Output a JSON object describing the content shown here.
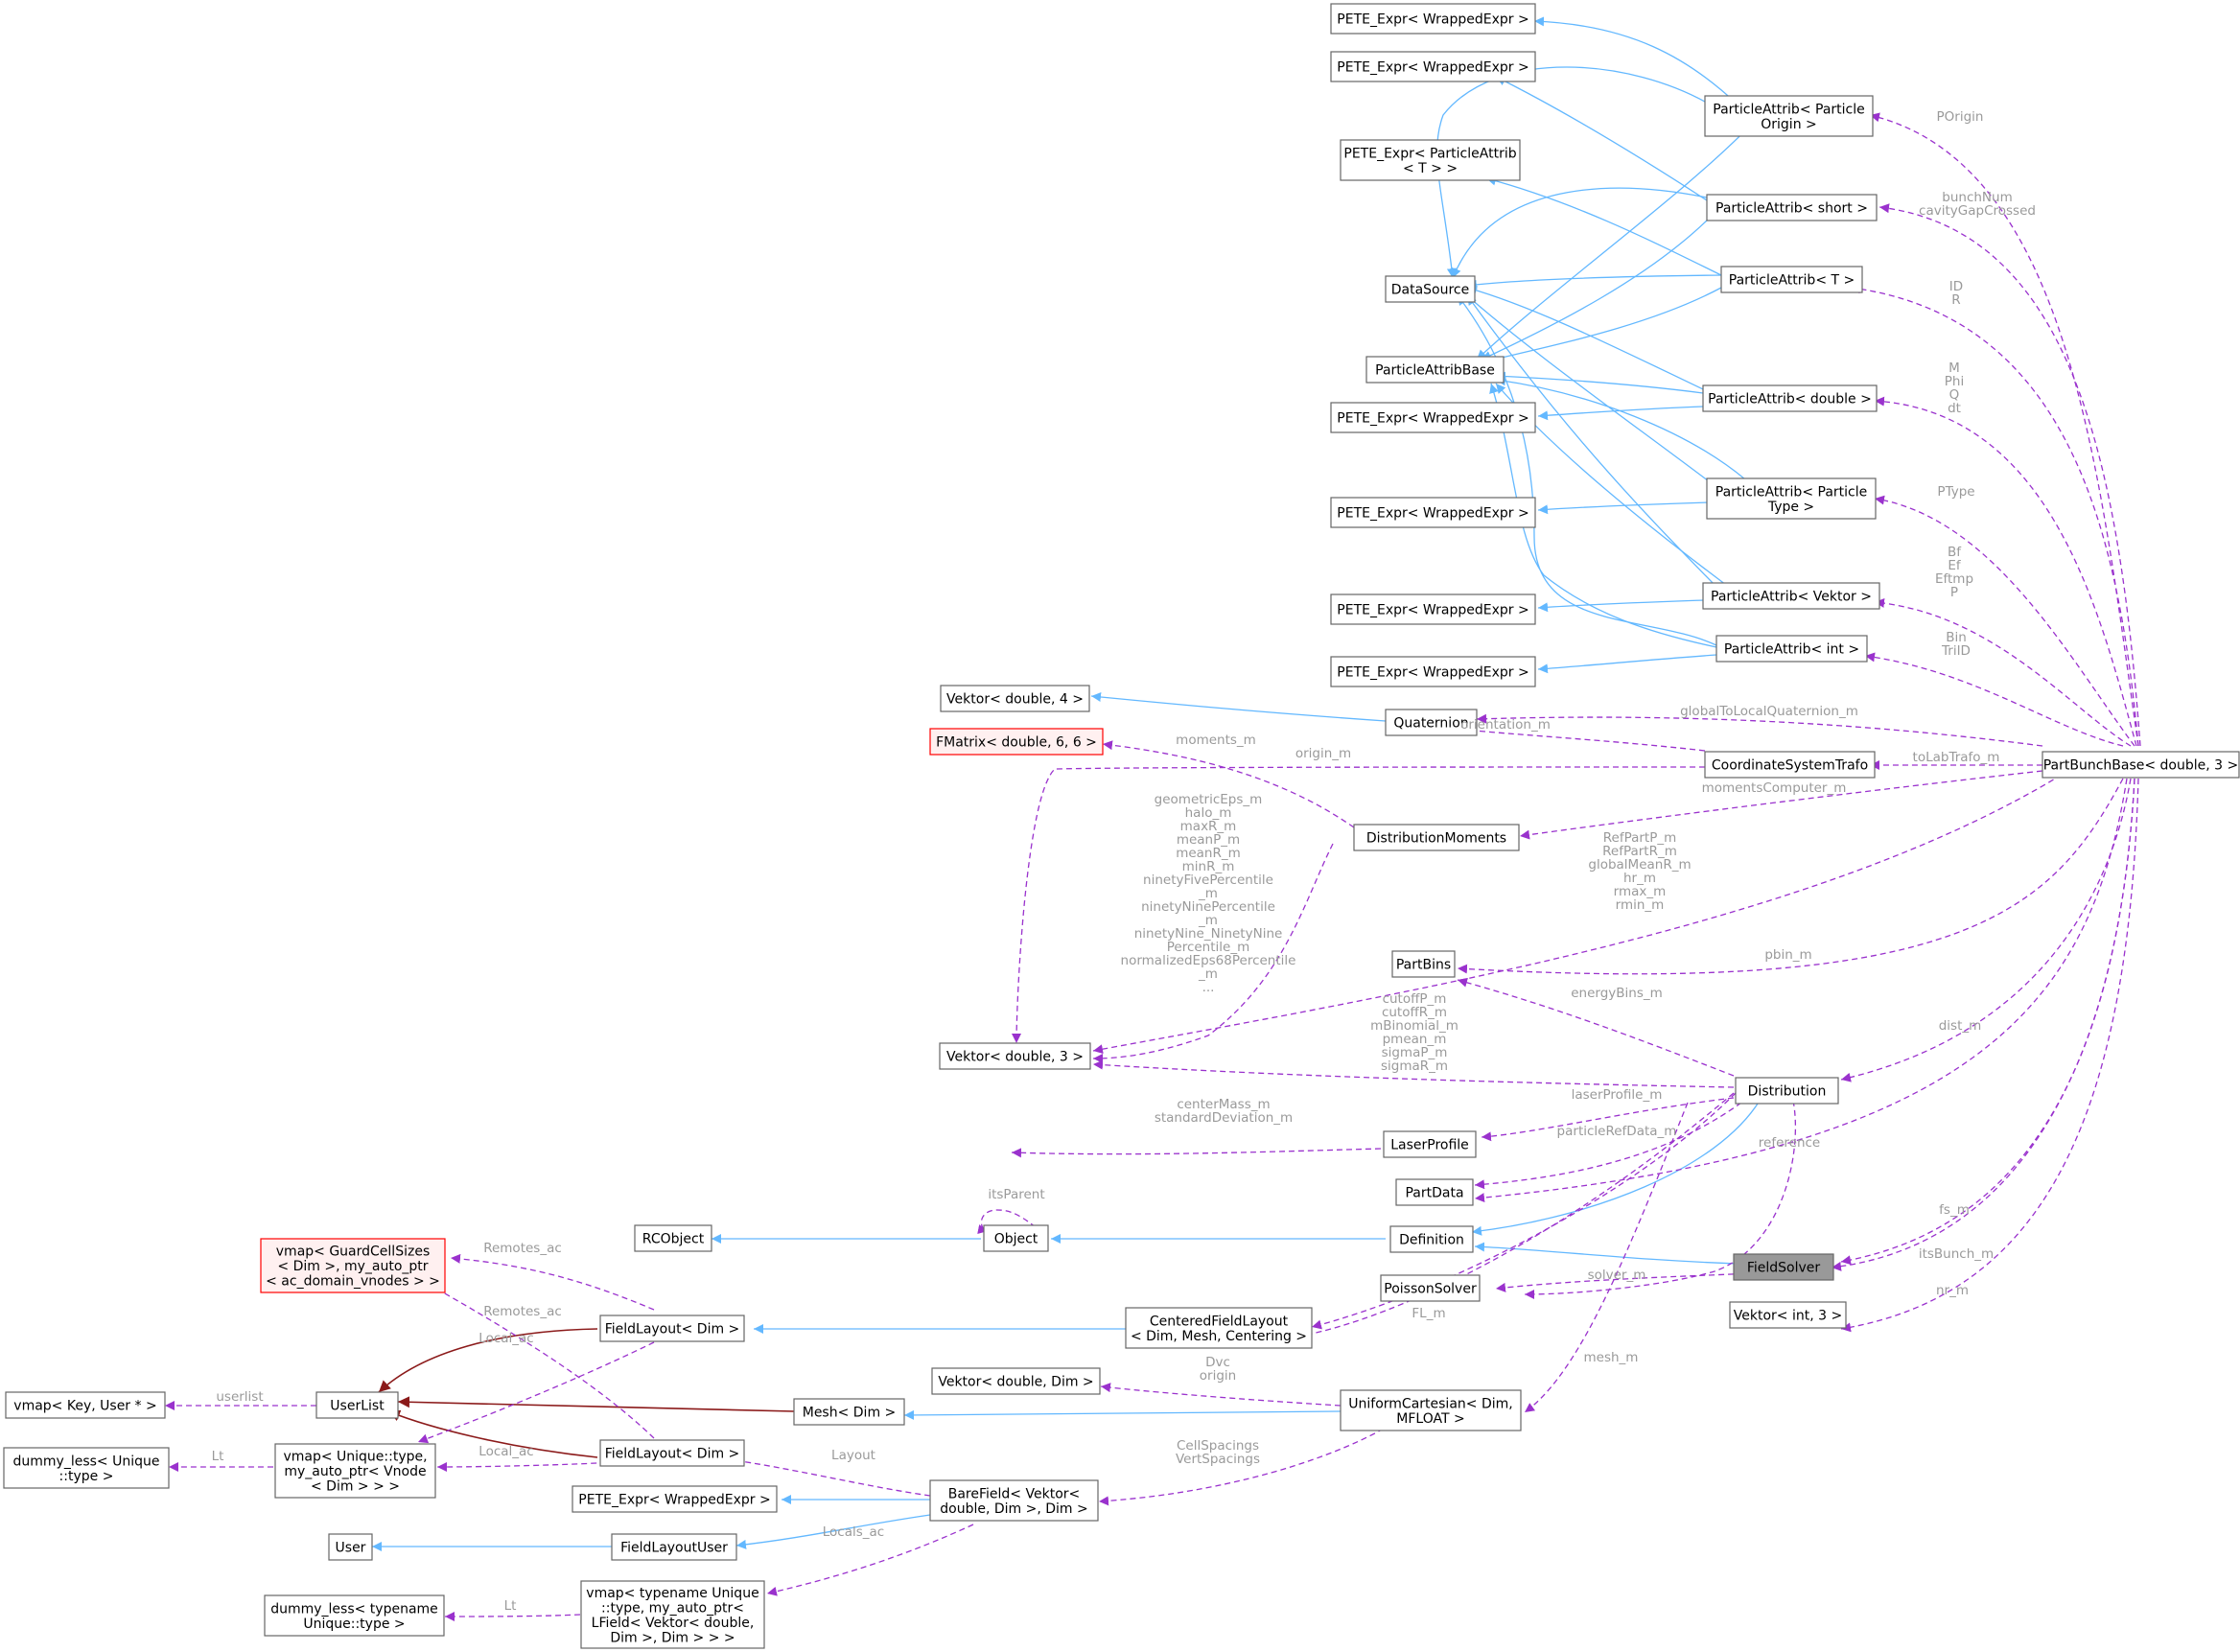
{
  "colors": {
    "inheritance": "#63b8ff",
    "usage": "#9a32cd",
    "template": "#8b1a1a",
    "label": "#9a9a9a",
    "focus_fill": "#999999",
    "warn_border": "#ff0000"
  },
  "nodes": {
    "pete_w1": [
      "PETE_Expr< WrappedExpr >"
    ],
    "pete_w2": [
      "PETE_Expr< WrappedExpr >"
    ],
    "pete_pa": [
      "PETE_Expr< ParticleAttrib",
      "< T > >"
    ],
    "datasource": [
      "DataSource"
    ],
    "pabase": [
      "ParticleAttribBase"
    ],
    "pete_w3": [
      "PETE_Expr< WrappedExpr >"
    ],
    "pete_w4": [
      "PETE_Expr< WrappedExpr >"
    ],
    "pete_w5": [
      "PETE_Expr< WrappedExpr >"
    ],
    "pete_w6": [
      "PETE_Expr< WrappedExpr >"
    ],
    "pa_origin": [
      "ParticleAttrib< Particle",
      "Origin >"
    ],
    "pa_short": [
      "ParticleAttrib< short >"
    ],
    "pa_t": [
      "ParticleAttrib< T >"
    ],
    "pa_double": [
      "ParticleAttrib< double >"
    ],
    "pa_type": [
      "ParticleAttrib< Particle",
      "Type >"
    ],
    "pa_vektor": [
      "ParticleAttrib< Vektor >"
    ],
    "pa_int": [
      "ParticleAttrib< int >"
    ],
    "vektor_d4": [
      "Vektor< double, 4 >"
    ],
    "quaternion": [
      "Quaternion"
    ],
    "fmatrix": [
      "FMatrix< double, 6, 6 >"
    ],
    "cstrafo": [
      "CoordinateSystemTrafo"
    ],
    "distmoments": [
      "DistributionMoments"
    ],
    "partbunch": [
      "PartBunchBase< double, 3 >"
    ],
    "partbins": [
      "PartBins"
    ],
    "vektor_d3": [
      "Vektor< double, 3 >"
    ],
    "distribution": [
      "Distribution"
    ],
    "laserprofile": [
      "LaserProfile"
    ],
    "partdata": [
      "PartData"
    ],
    "rcobject": [
      "RCObject"
    ],
    "object": [
      "Object"
    ],
    "definition": [
      "Definition"
    ],
    "fieldsolver": [
      "FieldSolver"
    ],
    "vmap_gcs": [
      "vmap< GuardCellSizes",
      "< Dim >, my_auto_ptr",
      "< ac_domain_vnodes > >"
    ],
    "poisson": [
      "PoissonSolver"
    ],
    "vektor_i3": [
      "Vektor< int, 3 >"
    ],
    "fieldlayout1": [
      "FieldLayout< Dim >"
    ],
    "cfl": [
      "CenteredFieldLayout",
      "< Dim, Mesh, Centering >"
    ],
    "vmap_key": [
      "vmap< Key, User * >"
    ],
    "userlist": [
      "UserList"
    ],
    "vektor_ddim": [
      "Vektor< double, Dim >"
    ],
    "mesh": [
      "Mesh< Dim >"
    ],
    "uc": [
      "UniformCartesian< Dim,",
      "MFLOAT >"
    ],
    "dummy_u": [
      "dummy_less< Unique",
      "::type >"
    ],
    "vmap_u": [
      "vmap< Unique::type,",
      "my_auto_ptr< Vnode",
      "< Dim > > >"
    ],
    "fieldlayout2": [
      "FieldLayout< Dim >"
    ],
    "pete_w7": [
      "PETE_Expr< WrappedExpr >"
    ],
    "barefield": [
      "BareField< Vektor<",
      "double, Dim >, Dim >"
    ],
    "user": [
      "User"
    ],
    "fluser": [
      "FieldLayoutUser"
    ],
    "dummy_tn": [
      "dummy_less< typename",
      "Unique::type >"
    ],
    "vmap_tn": [
      "vmap< typename Unique",
      "::type, my_auto_ptr<",
      "LField< Vektor< double,",
      "Dim >, Dim > > >"
    ]
  },
  "labels": {
    "porigin": [
      "POrigin"
    ],
    "bunchnum": [
      "bunchNum",
      "cavityGapCrossed"
    ],
    "id_r": [
      "ID",
      "R"
    ],
    "m_phi": [
      "M",
      "Phi",
      "Q",
      "dt"
    ],
    "ptype": [
      "PType"
    ],
    "bf_ef": [
      "Bf",
      "Ef",
      "Eftmp",
      "P"
    ],
    "bin": [
      "Bin",
      "TriID"
    ],
    "gtlq": [
      "globalToLocalQuaternion_m"
    ],
    "orientation": [
      "orientation_m"
    ],
    "moments": [
      "moments_m"
    ],
    "origin": [
      "origin_m"
    ],
    "tolab": [
      "toLabTrafo_m"
    ],
    "momcomp": [
      "momentsComputer_m"
    ],
    "geom": [
      "geometricEps_m",
      "halo_m",
      "maxR_m",
      "meanP_m",
      "meanR_m",
      "minR_m",
      "ninetyFivePercentile",
      "_m",
      "ninetyNinePercentile",
      "_m",
      "ninetyNine_NinetyNine",
      "Percentile_m",
      "normalizedEps68Percentile",
      "_m",
      "..."
    ],
    "refpart": [
      "RefPartP_m",
      "RefPartR_m",
      "globalMeanR_m",
      "hr_m",
      "rmax_m",
      "rmin_m"
    ],
    "pbin": [
      "pbin_m"
    ],
    "energybins": [
      "energyBins_m"
    ],
    "dist": [
      "dist_m"
    ],
    "cutoff": [
      "cutoffP_m",
      "cutoffR_m",
      "mBinomial_m",
      "pmean_m",
      "sigmaP_m",
      "sigmaR_m"
    ],
    "laserprof": [
      "laserProfile_m"
    ],
    "particleref": [
      "particleRefData_m"
    ],
    "reference": [
      "reference"
    ],
    "centermass": [
      "centerMass_m",
      "standardDeviation_m"
    ],
    "itsparent": [
      "itsParent"
    ],
    "fs": [
      "fs_m"
    ],
    "itsbunch": [
      "itsBunch_m"
    ],
    "solver": [
      "solver_m"
    ],
    "nr": [
      "nr_m"
    ],
    "remotes1": [
      "Remotes_ac"
    ],
    "remotes2": [
      "Remotes_ac"
    ],
    "fl": [
      "FL_m"
    ],
    "userlist_l": [
      "userlist"
    ],
    "localac1": [
      "Local_ac"
    ],
    "localac2": [
      "Local_ac"
    ],
    "dvc": [
      "Dvc",
      "origin"
    ],
    "meshm": [
      "mesh_m"
    ],
    "lt1": [
      "Lt"
    ],
    "layout": [
      "Layout"
    ],
    "cellsp": [
      "CellSpacings",
      "VertSpacings"
    ],
    "locals": [
      "Locals_ac"
    ],
    "lt2": [
      "Lt"
    ]
  }
}
